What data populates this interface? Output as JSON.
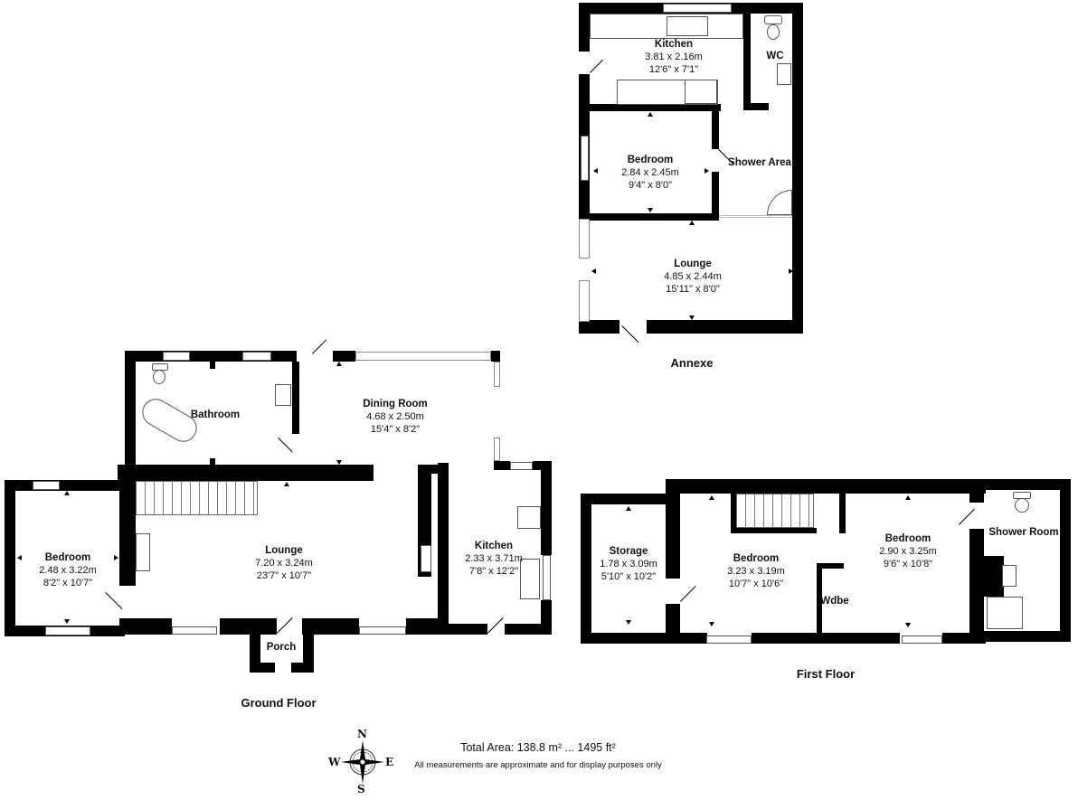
{
  "annexe": {
    "title": "Annexe",
    "rooms": [
      {
        "name": "Kitchen",
        "metric": "3.81 x 2.16m",
        "imperial": "12'6\" x 7'1\""
      },
      {
        "name": "WC"
      },
      {
        "name": "Bedroom",
        "metric": "2.84 x 2.45m",
        "imperial": "9'4\" x 8'0\""
      },
      {
        "name": "Shower Area"
      },
      {
        "name": "Lounge",
        "metric": "4.85 x 2.44m",
        "imperial": "15'11\" x 8'0\""
      }
    ]
  },
  "ground_floor": {
    "title": "Ground Floor",
    "rooms": [
      {
        "name": "Bathroom"
      },
      {
        "name": "Dining Room",
        "metric": "4.68 x 2.50m",
        "imperial": "15'4\" x 8'2\""
      },
      {
        "name": "Bedroom",
        "metric": "2.48 x 3.22m",
        "imperial": "8'2\" x 10'7\""
      },
      {
        "name": "Lounge",
        "metric": "7.20 x 3.24m",
        "imperial": "23'7\" x 10'7\""
      },
      {
        "name": "Kitchen",
        "metric": "2.33 x 3.71m",
        "imperial": "7'8\" x 12'2\""
      },
      {
        "name": "Porch"
      }
    ]
  },
  "first_floor": {
    "title": "First Floor",
    "rooms": [
      {
        "name": "Storage",
        "metric": "1.78 x 3.09m",
        "imperial": "5'10\" x 10'2\""
      },
      {
        "name": "Bedroom",
        "metric": "3.23 x 3.19m",
        "imperial": "10'7\" x 10'6\""
      },
      {
        "name": "Bedroom",
        "metric": "2.90 x 3.25m",
        "imperial": "9'6\" x 10'8\""
      },
      {
        "name": "Wdbe"
      },
      {
        "name": "Shower Room"
      }
    ]
  },
  "footer": {
    "total_area": "Total Area: 138.8 m² ... 1495 ft²",
    "disclaimer": "All measurements are approximate and for display purposes only"
  },
  "compass": {
    "n": "N",
    "s": "S",
    "e": "E",
    "w": "W"
  }
}
